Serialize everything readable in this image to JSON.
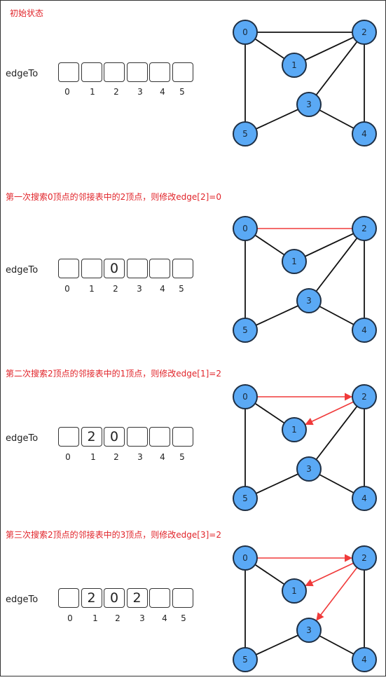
{
  "array_label": "edgeTo",
  "indices": [
    "0",
    "1",
    "2",
    "3",
    "4",
    "5"
  ],
  "node_labels": [
    "0",
    "1",
    "2",
    "3",
    "4",
    "5"
  ],
  "colors": {
    "caption": "#e1242a",
    "node_fill": "#5aa9f5",
    "node_stroke": "#1e2f44",
    "highlight_edge": "#f03a3a",
    "edge": "#111111"
  },
  "graph": {
    "nodes": [
      "0",
      "1",
      "2",
      "3",
      "4",
      "5"
    ],
    "edges": [
      [
        "0",
        "2"
      ],
      [
        "0",
        "1"
      ],
      [
        "1",
        "2"
      ],
      [
        "2",
        "3"
      ],
      [
        "2",
        "4"
      ],
      [
        "3",
        "4"
      ],
      [
        "3",
        "5"
      ],
      [
        "0",
        "5"
      ]
    ]
  },
  "panels": [
    {
      "caption": "初始状态",
      "cells": [
        "",
        "",
        "",
        "",
        "",
        ""
      ],
      "red_edges": [],
      "arrows": []
    },
    {
      "caption": "第一次搜索0顶点的邻接表中的2顶点，则修改edge[2]=0",
      "cells": [
        "",
        "",
        "0",
        "",
        "",
        ""
      ],
      "red_edges": [
        [
          "0",
          "2"
        ]
      ],
      "arrows": []
    },
    {
      "caption": "第二次搜索2顶点的邻接表中的1顶点，则修改edge[1]=2",
      "cells": [
        "",
        "2",
        "0",
        "",
        "",
        ""
      ],
      "red_edges": [],
      "arrows": [
        [
          "0",
          "2"
        ],
        [
          "2",
          "1"
        ]
      ]
    },
    {
      "caption": "第三次搜索2顶点的邻接表中的3顶点，则修改edge[3]=2",
      "cells": [
        "",
        "2",
        "0",
        "2",
        "",
        ""
      ],
      "red_edges": [],
      "arrows": [
        [
          "0",
          "2"
        ],
        [
          "2",
          "1"
        ],
        [
          "2",
          "3"
        ]
      ]
    }
  ]
}
